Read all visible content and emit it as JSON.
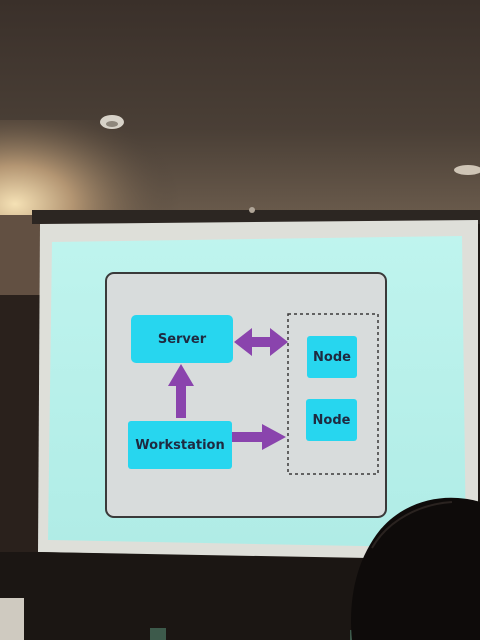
{
  "slide": {
    "server_label": "Server",
    "workstation_label": "Workstation",
    "node_labels": [
      "Node",
      "Node"
    ]
  },
  "colors": {
    "slide_background": "#b9f2ec",
    "diagram_panel": "#d8dcdc",
    "box_fill": "#27d6ef",
    "arrow": "#8a44ad",
    "label_text": "#1f2a40"
  }
}
